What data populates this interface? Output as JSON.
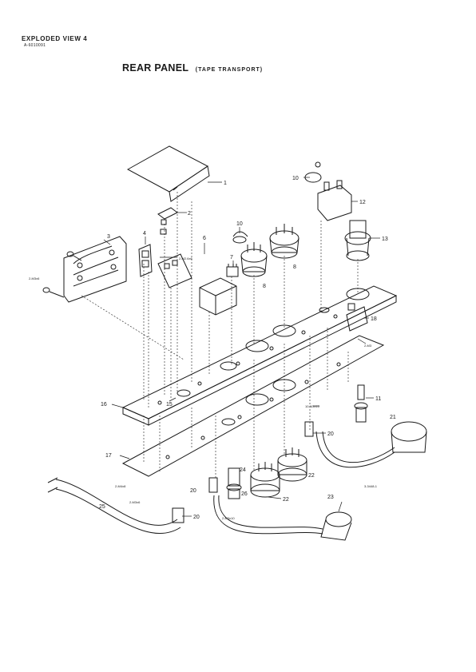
{
  "header": {
    "view_label": "EXPLODED VIEW 4",
    "doc_code": "A-6010091"
  },
  "title": {
    "main": "REAR PANEL",
    "sub": "(TAPE TRANSPORT)"
  },
  "diagram_code": "3-3448-1",
  "callouts": [
    {
      "label": "1"
    },
    {
      "label": "2"
    },
    {
      "label": "3"
    },
    {
      "label": "4"
    },
    {
      "label": "2-M2.6x6"
    },
    {
      "label": "6"
    },
    {
      "label": "7"
    },
    {
      "label": "8"
    },
    {
      "label": "8"
    },
    {
      "label": "10"
    },
    {
      "label": "10"
    },
    {
      "label": "12"
    },
    {
      "label": "13"
    },
    {
      "label": "2-M3x6"
    },
    {
      "label": "18"
    },
    {
      "label": "2-M3"
    },
    {
      "label": "16"
    },
    {
      "label": "15"
    },
    {
      "label": "11"
    },
    {
      "label": "10-M3x10"
    },
    {
      "label": "21"
    },
    {
      "label": "20"
    },
    {
      "label": "17"
    },
    {
      "label": "24"
    },
    {
      "label": "22"
    },
    {
      "label": "22"
    },
    {
      "label": "2-M4x8"
    },
    {
      "label": "20"
    },
    {
      "label": "26"
    },
    {
      "label": "2-M3x6"
    },
    {
      "label": "25"
    },
    {
      "label": "20"
    },
    {
      "label": "2-M3x10"
    },
    {
      "label": "23"
    }
  ]
}
